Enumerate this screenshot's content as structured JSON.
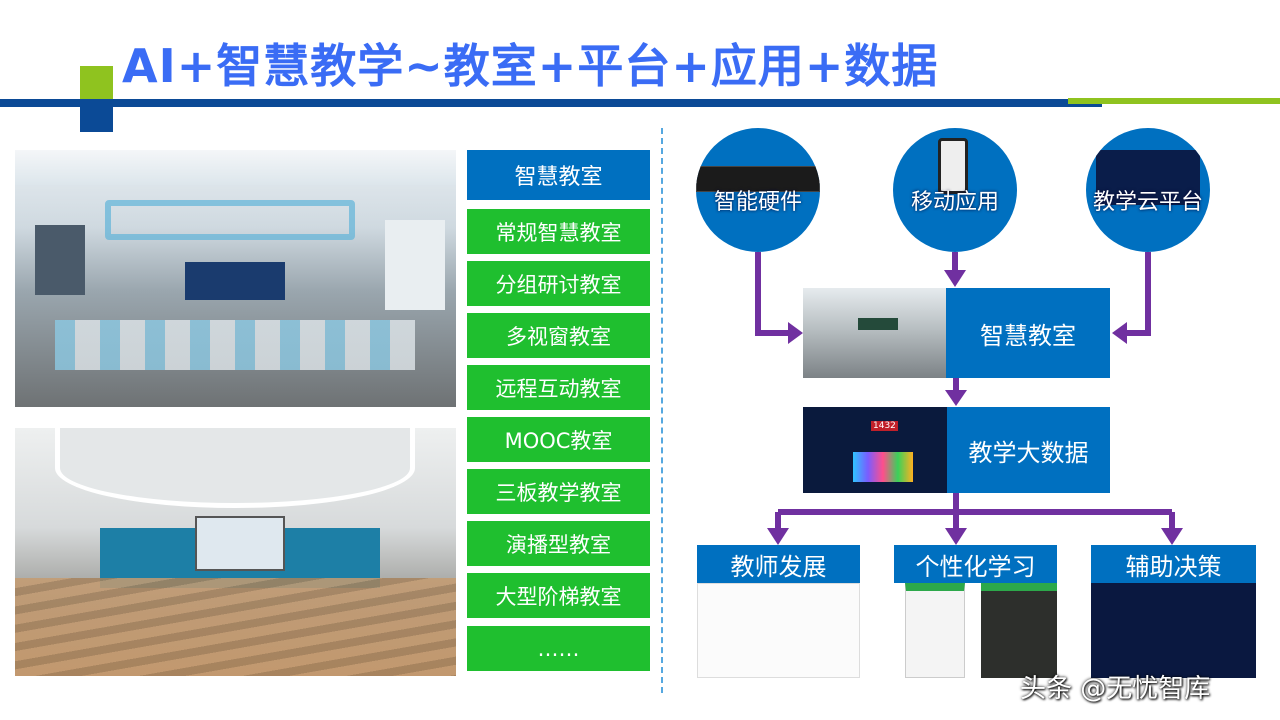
{
  "title": "AI+智慧教学~教室+平台+应用+数据",
  "colors": {
    "title": "#3a6cf5",
    "bar_blue": "#0b4a96",
    "bar_green": "#8fc31f",
    "box_blue": "#0070c0",
    "list_green": "#1fbf2f",
    "arrow": "#7030a0"
  },
  "classroom_list": {
    "header": "智慧教室",
    "items": [
      "常规智慧教室",
      "分组研讨教室",
      "多视窗教室",
      "远程互动教室",
      "MOOC教室",
      "三板教学教室",
      "演播型教室",
      "大型阶梯教室",
      "……"
    ]
  },
  "flow": {
    "sources": [
      "智能硬件",
      "移动应用",
      "教学云平台"
    ],
    "center": "智慧教室",
    "data": "教学大数据",
    "outputs": [
      "教师发展",
      "个性化学习",
      "辅助决策"
    ],
    "dashboard_number": "1432"
  },
  "watermark": "头条 @无忧智库"
}
